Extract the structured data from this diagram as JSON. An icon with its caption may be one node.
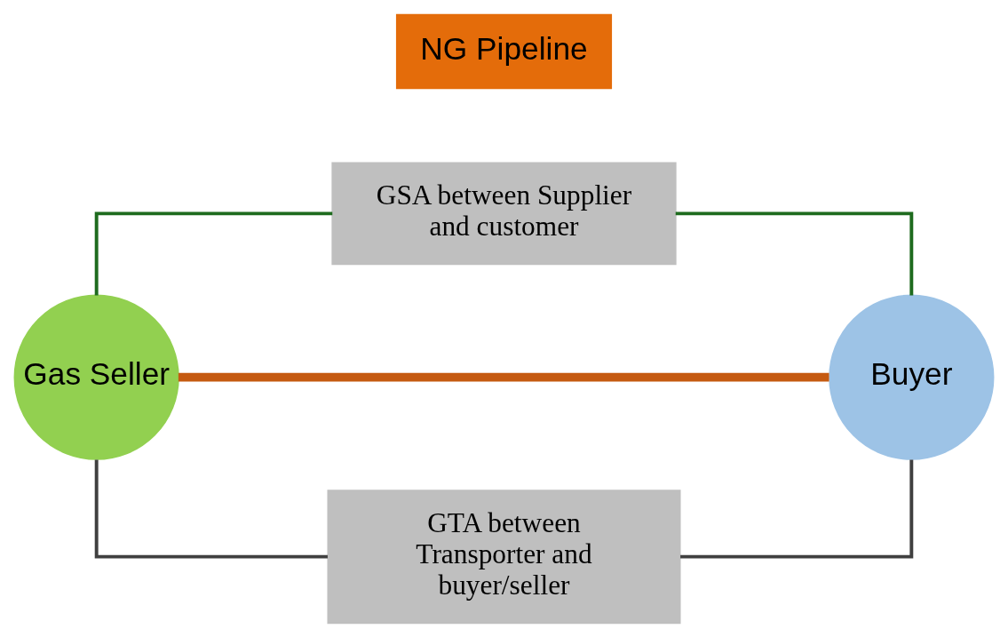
{
  "diagram": {
    "nodes": [
      {
        "text": [
          "GSA between Supplier and customer"
        ]
      },
      {
        "text": [
          "Gas Seller"
        ]
      },
      {
        "text": [
          "Buyer"
        ]
      },
      {
        "text": [
          "NG Pipeline"
        ]
      },
      {
        "text": [
          "GTA between Transporter and buyer/seller"
        ]
      }
    ],
    "edges": [
      {
        "from": 1,
        "to": 0,
        "arrow": "none",
        "color": "#1e6b1e"
      },
      {
        "from": 0,
        "to": 2,
        "arrow": "none",
        "color": "#1e6b1e"
      },
      {
        "from": 1,
        "to": 2,
        "arrow": "none",
        "style": "thick",
        "color": "#c55a11"
      },
      {
        "from": 1,
        "to": 4,
        "arrow": "none",
        "color": "#404040"
      },
      {
        "from": 4,
        "to": 2,
        "arrow": "none",
        "color": "#404040"
      }
    ]
  }
}
